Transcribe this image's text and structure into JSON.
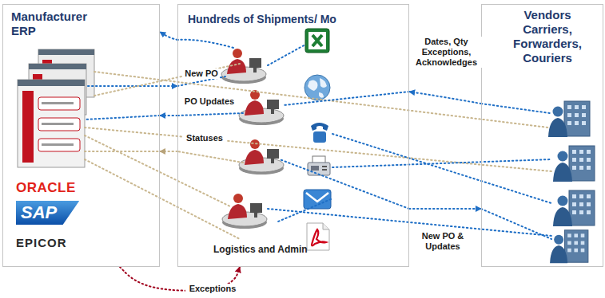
{
  "diagram": {
    "nodes": [
      {
        "text": [
          "Manufacturer ERP",
          "ORACLE",
          "SAP",
          "EPICOR"
        ]
      },
      {
        "text": [
          "Hundreds of Shipments/ Mo",
          "Logistics and Admin"
        ]
      },
      {
        "text": [
          "Vendors Carriers, Forwarders, Couriers"
        ]
      }
    ],
    "edges": [
      {
        "from": 0,
        "to": 1,
        "label": "New PO",
        "arrow": "to"
      },
      {
        "from": 1,
        "to": 0,
        "label": "PO Updates",
        "arrow": "to"
      },
      {
        "from": 1,
        "to": 0,
        "label": "Statuses",
        "arrow": "to"
      },
      {
        "from": 1,
        "to": 0,
        "arrow": "to"
      },
      {
        "from": 2,
        "to": 1,
        "label": "Dates, Qty Exceptions, Acknowledges",
        "arrow": "to"
      },
      {
        "from": 1,
        "to": 2,
        "label": "New PO & Updates",
        "arrow": "to"
      },
      {
        "from": 0,
        "to": 1,
        "label": "Exceptions",
        "arrow": "to"
      }
    ]
  }
}
